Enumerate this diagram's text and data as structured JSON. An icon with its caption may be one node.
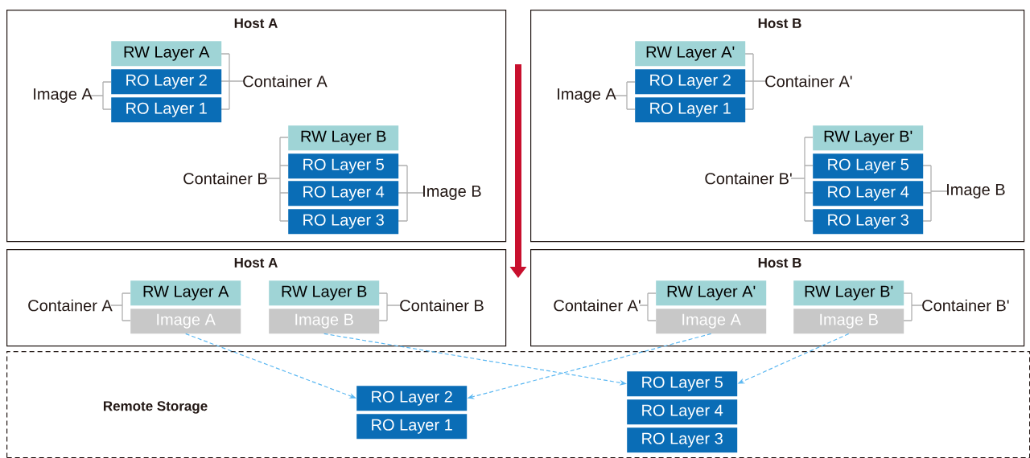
{
  "diagram": {
    "nodes": [
      {
        "text": [
          "Host A"
        ]
      },
      {
        "text": [
          "RW Layer A"
        ],
        "in": 0
      },
      {
        "text": [
          "RO Layer 2"
        ],
        "in": 0
      },
      {
        "text": [
          "RO Layer 1"
        ],
        "in": 0
      },
      {
        "text": [
          "RW Layer B"
        ],
        "in": 0
      },
      {
        "text": [
          "RO Layer 5"
        ],
        "in": 0
      },
      {
        "text": [
          "RO Layer 4"
        ],
        "in": 0
      },
      {
        "text": [
          "RO Layer 3"
        ],
        "in": 0
      },
      {
        "text": [
          "Host B"
        ]
      },
      {
        "text": [
          "RW Layer A'"
        ],
        "in": 8
      },
      {
        "text": [
          "RO Layer 2"
        ],
        "in": 8
      },
      {
        "text": [
          "RO Layer 1"
        ],
        "in": 8
      },
      {
        "text": [
          "RW Layer B'"
        ],
        "in": 8
      },
      {
        "text": [
          "RO Layer 5"
        ],
        "in": 8
      },
      {
        "text": [
          "RO Layer 4"
        ],
        "in": 8
      },
      {
        "text": [
          "RO Layer 3"
        ],
        "in": 8
      },
      {
        "text": [
          "Host A"
        ]
      },
      {
        "text": [
          "RW Layer A"
        ],
        "in": 16
      },
      {
        "text": [
          "Image A"
        ],
        "in": 16
      },
      {
        "text": [
          "RW Layer B"
        ],
        "in": 16
      },
      {
        "text": [
          "Image B"
        ],
        "in": 16
      },
      {
        "text": [
          "Host B"
        ]
      },
      {
        "text": [
          "RW Layer A'"
        ],
        "in": 21
      },
      {
        "text": [
          "Image A"
        ],
        "in": 21
      },
      {
        "text": [
          "RW Layer B'"
        ],
        "in": 21
      },
      {
        "text": [
          "Image B"
        ],
        "in": 21
      },
      {
        "text": [
          "Remote Storage"
        ]
      },
      {
        "text": [
          "RO Layer 2"
        ],
        "in": 26
      },
      {
        "text": [
          "RO Layer 1"
        ],
        "in": 26
      },
      {
        "text": [
          "RO Layer 5"
        ],
        "in": 26
      },
      {
        "text": [
          "RO Layer 4"
        ],
        "in": 26
      },
      {
        "text": [
          "RO Layer 3"
        ],
        "in": 26
      }
    ],
    "edges": [
      {
        "from": 18,
        "to": 27,
        "arrow": "to",
        "style": "dashed",
        "color": "#5cb8f2"
      },
      {
        "from": 20,
        "to": 29,
        "arrow": "to",
        "style": "dashed",
        "color": "#5cb8f2"
      },
      {
        "from": 23,
        "to": 27,
        "arrow": "to",
        "style": "dashed",
        "color": "#5cb8f2"
      },
      {
        "from": 25,
        "to": 29,
        "arrow": "to",
        "style": "dashed",
        "color": "#5cb8f2"
      }
    ],
    "labels": [
      "Container A",
      "Image A",
      "Container B",
      "Image B",
      "Container A'",
      "Image A",
      "Container B'",
      "Image B",
      "Container A",
      "Container B",
      "Container A'",
      "Container B'"
    ]
  }
}
